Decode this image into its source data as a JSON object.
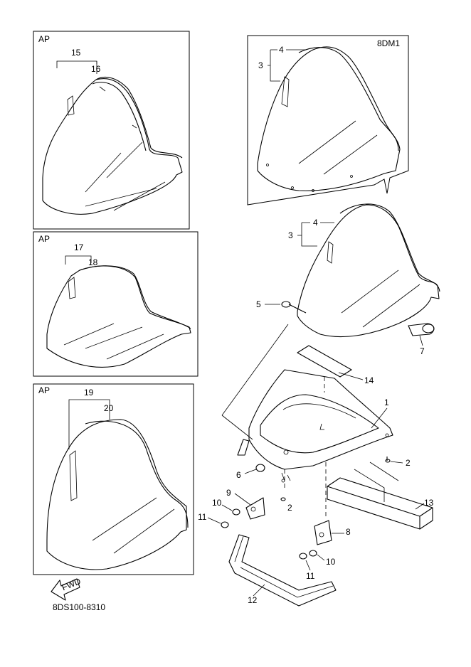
{
  "diagram": {
    "panels": [
      {
        "tag": "AP"
      },
      {
        "tag": "AP"
      },
      {
        "tag": "AP"
      },
      {
        "tag": "8DM1"
      }
    ],
    "callouts": {
      "p1_upper": "15",
      "p1_lower": "16",
      "p2_upper": "17",
      "p2_lower": "18",
      "p3_upper": "19",
      "p3_lower": "20",
      "tr_3": "3",
      "tr_4": "4",
      "m_3": "3",
      "m_4": "4",
      "n1": "1",
      "n2a": "2",
      "n2b": "2",
      "n5": "5",
      "n6": "6",
      "n7": "7",
      "n8": "8",
      "n9": "9",
      "n10a": "10",
      "n10b": "10",
      "n11a": "11",
      "n11b": "11",
      "n12": "12",
      "n13": "13",
      "n14": "14"
    },
    "fwd_label": "FWD",
    "drawing_code": "8DS100-8310",
    "colors": {
      "ink": "#000000",
      "paper": "#ffffff"
    }
  }
}
